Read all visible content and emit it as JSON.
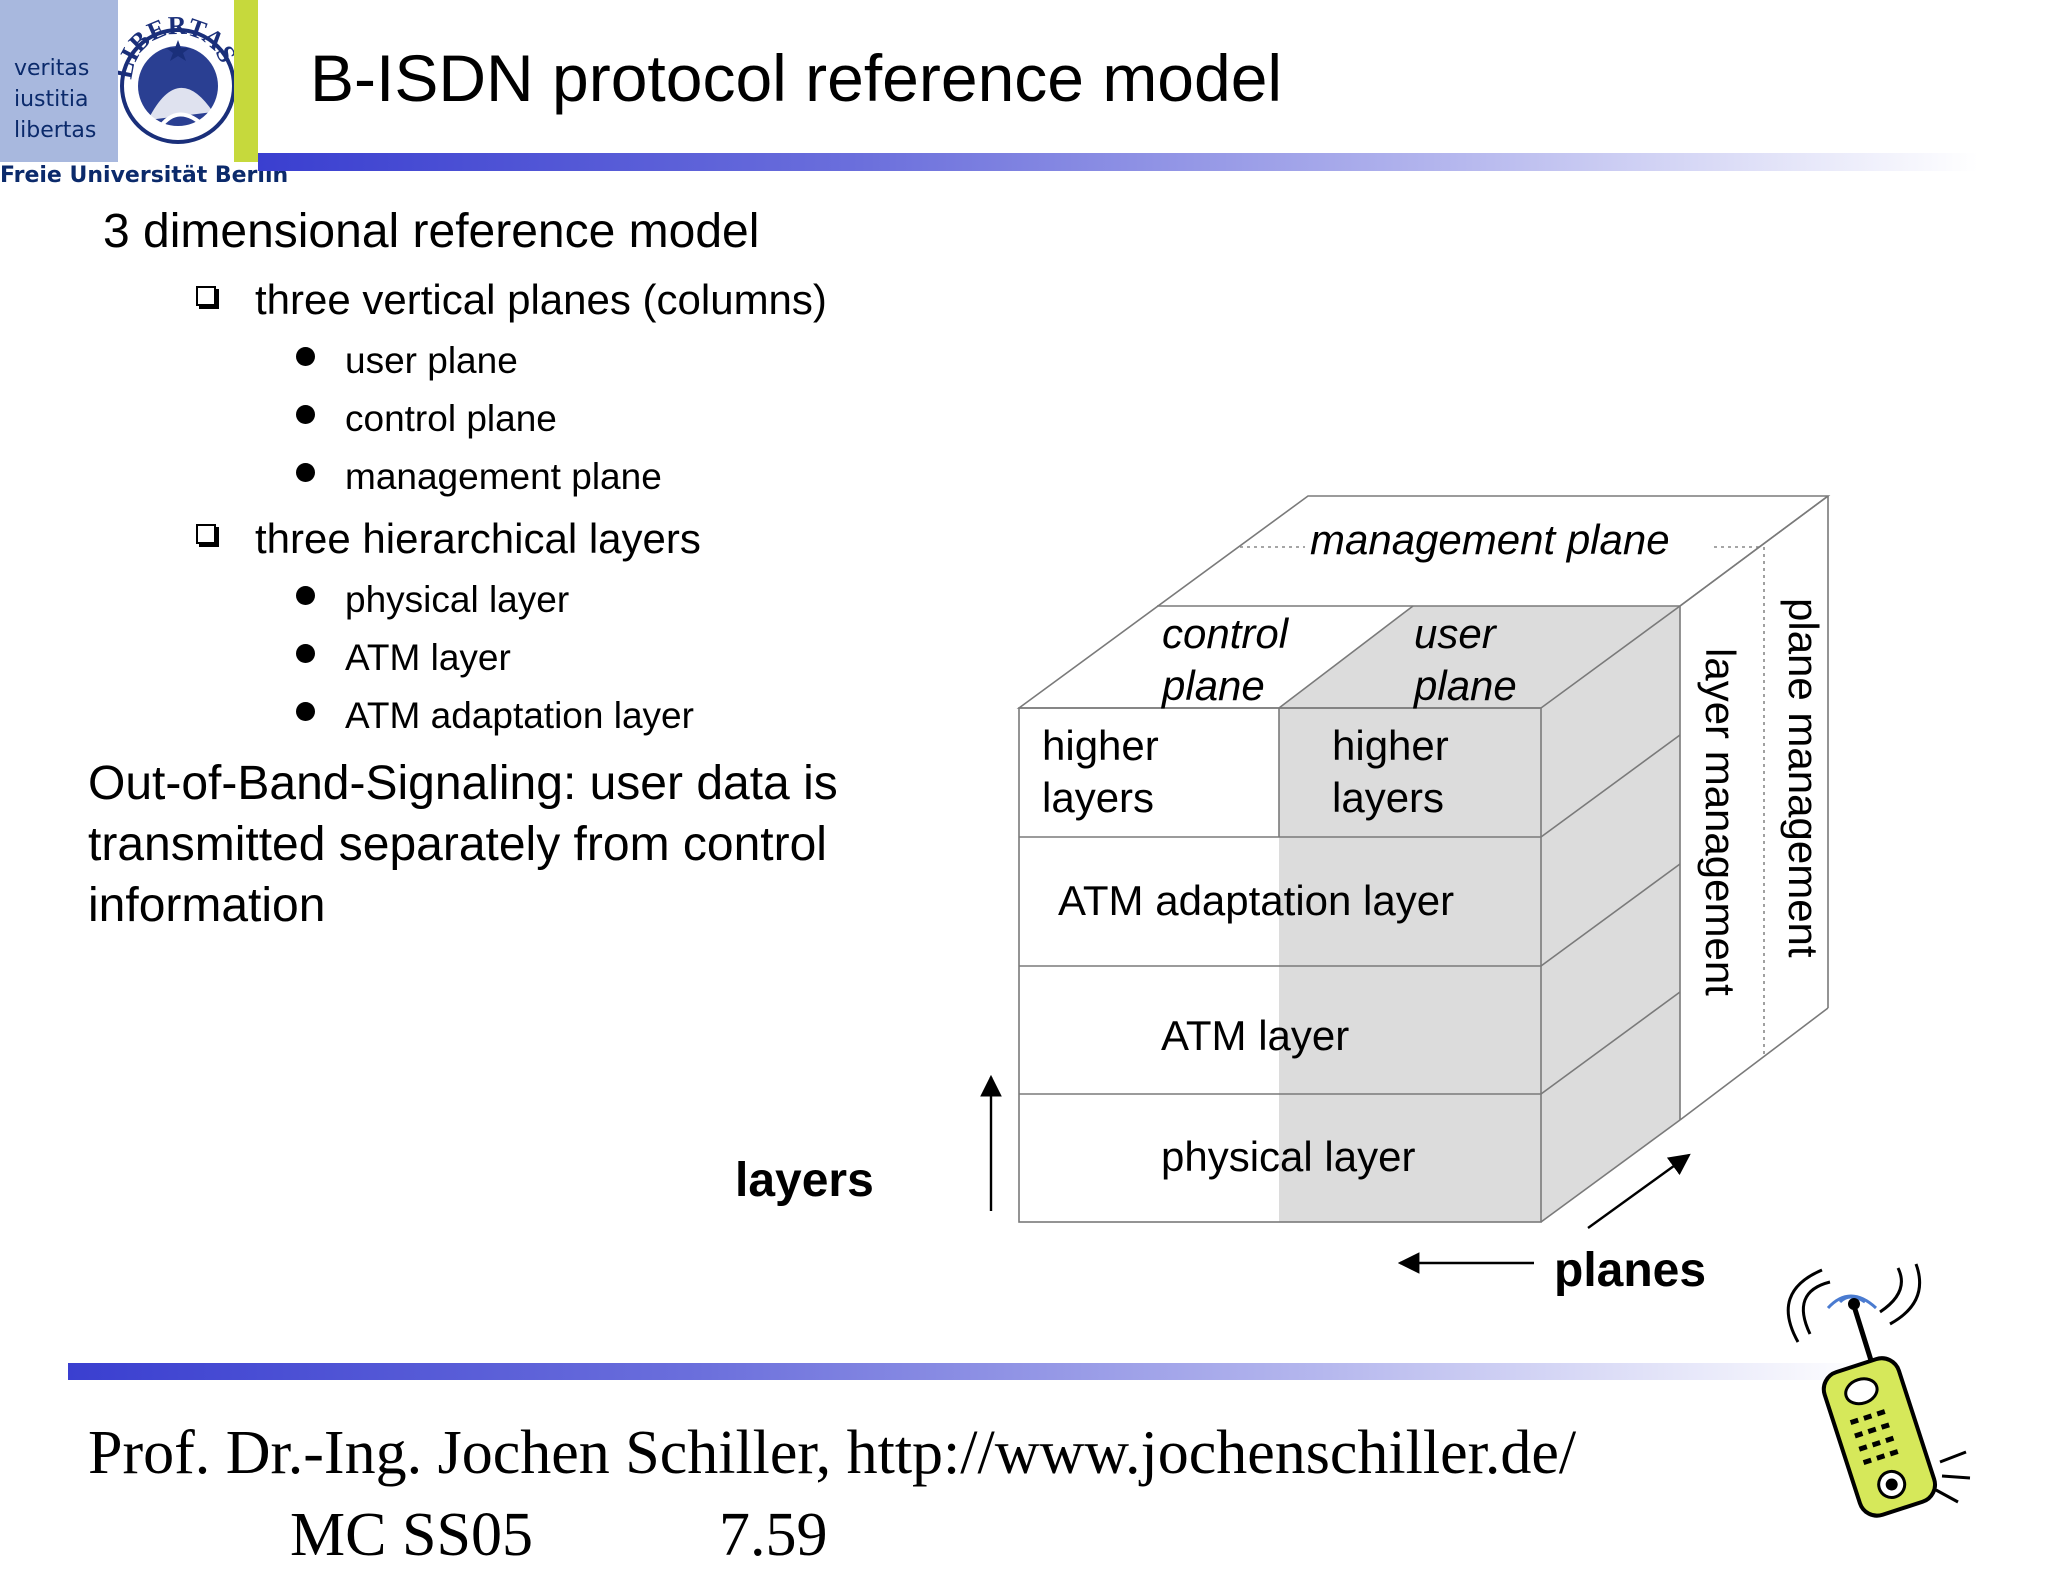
{
  "header": {
    "title": "B-ISDN protocol reference model",
    "logo": {
      "motto": [
        "veritas",
        "iustitia",
        "libertas"
      ],
      "seal_text": "LIBERTAS",
      "university": "Freie Universität Berlin"
    }
  },
  "content": {
    "heading": "3 dimensional reference model",
    "groups": [
      {
        "label": "three vertical planes (columns)",
        "items": [
          "user plane",
          "control plane",
          "management plane"
        ]
      },
      {
        "label": "three hierarchical layers",
        "items": [
          "physical layer",
          "ATM layer",
          "ATM adaptation layer"
        ]
      }
    ],
    "note_lines": [
      "Out-of-Band-Signaling: user data is",
      "transmitted separately from control",
      "information"
    ]
  },
  "diagram": {
    "management_plane": "management plane",
    "control_plane": [
      "control",
      "plane"
    ],
    "user_plane": [
      "user",
      "plane"
    ],
    "higher_layers": [
      "higher",
      "layers"
    ],
    "aal": "ATM adaptation layer",
    "atm": "ATM layer",
    "physical": "physical layer",
    "layer_management": "layer management",
    "plane_management": "plane management",
    "axis_layers": "layers",
    "axis_planes": "planes"
  },
  "footer": {
    "line1": "Prof. Dr.-Ing. Jochen Schiller, http://www.jochenschiller.de/",
    "line2": "MC SS05            7.59"
  },
  "colors": {
    "accent_blue": "#3a3fd0",
    "logo_green": "#c6d93c",
    "logo_blue": "#a8b8de",
    "shade_gray": "#dcdcdc"
  }
}
